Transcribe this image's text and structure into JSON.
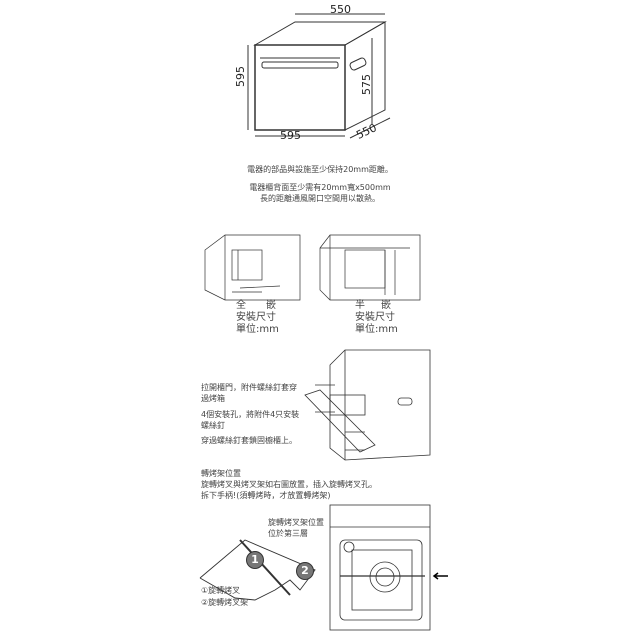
{
  "dimensions": {
    "top_width": "550",
    "height_left": "595",
    "height_right": "575",
    "front_width": "595",
    "depth": "550"
  },
  "notes": {
    "clearance": "電器的部品與設施至少保持20mm距離。",
    "ventilation_line1": "電器櫃背面至少需有20mm寬x500mm",
    "ventilation_line2": "長的距離通風開口空間用以散熱。"
  },
  "install": {
    "full": {
      "title_a": "全",
      "title_b": "嵌",
      "size": "安裝尺寸",
      "unit": "單位:mm"
    },
    "half": {
      "title_a": "半",
      "title_b": "嵌",
      "size": "安裝尺寸",
      "unit": "單位:mm"
    }
  },
  "mounting": {
    "step1_line1": "拉開櫃門，附件螺絲釘套穿",
    "step1_line2": "過烤箱",
    "step2_line1": "4個安裝孔，將附件4只安裝",
    "step2_line2": "螺絲釘",
    "step3": "穿過螺絲釘套鎖固櫥櫃上。"
  },
  "rotisserie": {
    "title": "轉烤架位置",
    "line1": "旋轉烤叉與烤叉架如右圖放置，插入旋轉烤叉孔。",
    "line2": "拆下手柄!(須轉烤時，才放置轉烤架)",
    "position_line1": "旋轉烤叉架位置",
    "position_line2": "位於第三層",
    "marker1": "1",
    "marker2": "2",
    "legend1": "①旋轉烤叉",
    "legend2": "②旋轉烤叉架"
  }
}
